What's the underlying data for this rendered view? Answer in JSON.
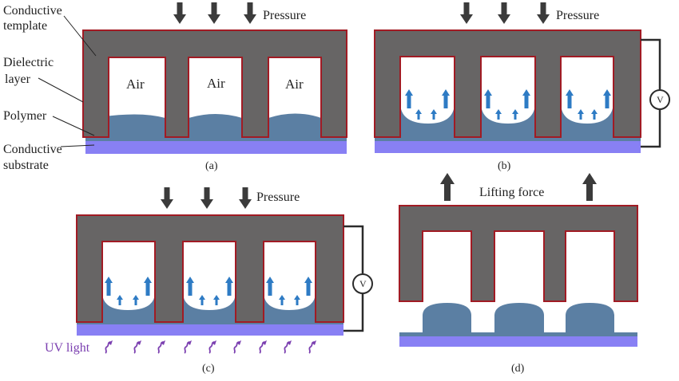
{
  "labels": {
    "conductive_template": [
      "Conductive",
      "template"
    ],
    "dielectric_layer": [
      "Dielectric",
      "layer"
    ],
    "polymer": "Polymer",
    "conductive_substrate": [
      "Conductive",
      "substrate"
    ],
    "pressure": "Pressure",
    "lifting_force": "Lifting force",
    "uv_light": "UV light",
    "voltage_symbol": "V",
    "air": "Air"
  },
  "captions": [
    "(a)",
    "(b)",
    "(c)",
    "(d)"
  ],
  "colors": {
    "template_fill": "#676565",
    "dielectric_outline": "#a11b24",
    "polymer": "#5b7fa3",
    "substrate": "#8880f4",
    "field_arrow": "#2e7bc4",
    "uv_light": "#7b3fb0",
    "force_arrow": "#3b3b3b",
    "wire": "#2b2b2b"
  },
  "icons": [
    "down-arrow-icon",
    "up-arrow-icon",
    "uv-wave-icon",
    "voltmeter-icon"
  ]
}
